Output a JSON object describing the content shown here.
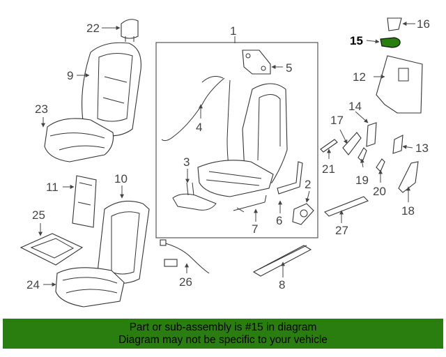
{
  "highlight_color": "#2a7d0f",
  "callouts": {
    "c1": "1",
    "c2": "2",
    "c3": "3",
    "c4": "4",
    "c5": "5",
    "c6": "6",
    "c7": "7",
    "c8": "8",
    "c9": "9",
    "c10": "10",
    "c11": "11",
    "c12": "12",
    "c13": "13",
    "c14": "14",
    "c15": "15",
    "c16": "16",
    "c17": "17",
    "c18": "18",
    "c19": "19",
    "c20": "20",
    "c21": "21",
    "c22": "22",
    "c23": "23",
    "c24": "24",
    "c25": "25",
    "c26": "26",
    "c27": "27"
  },
  "footer": {
    "line1": "Part or sub-assembly is #15 in diagram",
    "line2": "Diagram may not be specific to your vehicle"
  }
}
